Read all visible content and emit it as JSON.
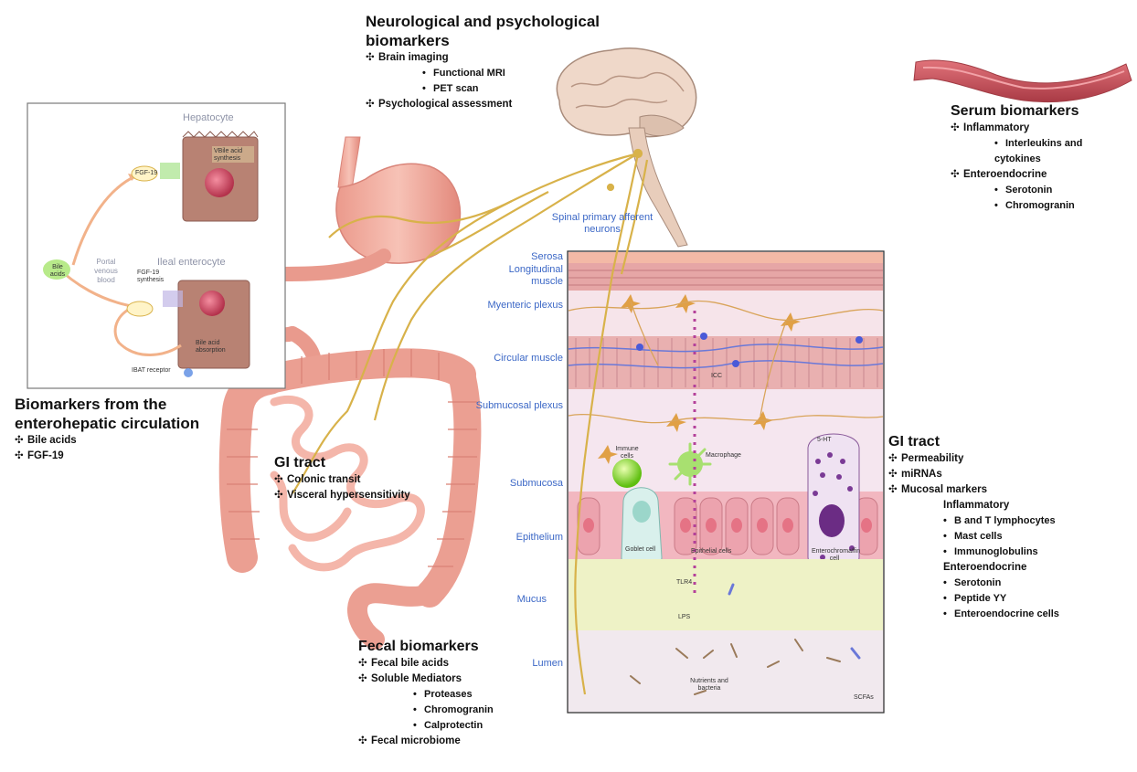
{
  "neuro": {
    "title": "Neurological and psychological biomarkers",
    "items": [
      {
        "label": "Brain imaging",
        "sub": [
          "Functional MRI",
          "PET scan"
        ]
      },
      {
        "label": "Psychological assessment",
        "sub": []
      }
    ]
  },
  "serum": {
    "title": "Serum biomarkers",
    "items": [
      {
        "label": "Inflammatory",
        "sub": [
          "Interleukins and cytokines"
        ]
      },
      {
        "label": "Enteroendocrine",
        "sub": [
          "Serotonin",
          "Chromogranin"
        ]
      }
    ]
  },
  "entero": {
    "title": "Biomarkers from the enterohepatic circulation",
    "items": [
      {
        "label": "Bile acids"
      },
      {
        "label": "FGF-19"
      }
    ]
  },
  "gi_left": {
    "title": "GI tract",
    "items": [
      {
        "label": "Colonic transit"
      },
      {
        "label": "Visceral hypersensitivity"
      }
    ]
  },
  "gi_right": {
    "title": "GI tract",
    "items": [
      {
        "label": "Permeability"
      },
      {
        "label": "miRNAs"
      },
      {
        "label": "Mucosal markers"
      }
    ],
    "inflammatory": {
      "label": "Inflammatory",
      "items": [
        "B and T lymphocytes",
        "Mast cells",
        "Immunoglobulins"
      ]
    },
    "enteroendocrine": {
      "label": "Enteroendocrine",
      "items": [
        "Serotonin",
        "Peptide YY",
        "Enteroendocrine cells"
      ]
    }
  },
  "fecal": {
    "title": "Fecal biomarkers",
    "items": [
      {
        "label": "Fecal bile acids",
        "sub": []
      },
      {
        "label": "Soluble Mediators",
        "sub": [
          "Proteases",
          "Chromogranin",
          "Calprotectin"
        ]
      },
      {
        "label": "Fecal microbiome",
        "sub": []
      }
    ]
  },
  "spinal_label": "Spinal primary afferent neurons",
  "wall_layers": [
    "Serosa",
    "Longitudinal muscle",
    "Myenteric plexus",
    "Circular muscle",
    "Submucosal plexus",
    "Submucosa",
    "Epithelium",
    "Mucus",
    "Lumen"
  ],
  "inset": {
    "hepatocyte": "Hepatocyte",
    "ileal_enterocyte": "Ileal enterocyte",
    "portal_blood": "Portal venous blood",
    "bile_acids": "Bile acids",
    "fgf19": "FGF-19",
    "bile_synthesis": "VBile acid synthesis",
    "fgf19_synthesis": "FGF-19 synthesis",
    "bile_absorption": "Bile acid absorption",
    "ibat": "IBAT receptor"
  },
  "wall_cells": {
    "immune": "Immune cells",
    "macrophage": "Macrophage",
    "goblet": "Goblet cell",
    "epithelial": "Epithelial cells",
    "ee_cell": "Enterochromaffin cell",
    "ht": "5-HT",
    "tlr4": "TLR4",
    "lps": "LPS",
    "icc": "ICC",
    "nutrients": "Nutrients and bacteria",
    "scfa": "SCFAs"
  },
  "colors": {
    "nerve": "#d8b24a",
    "gut": "#f0a79a",
    "gut_dark": "#d98479",
    "label_blue": "#3b67c6",
    "vessel": "#c8525a"
  }
}
